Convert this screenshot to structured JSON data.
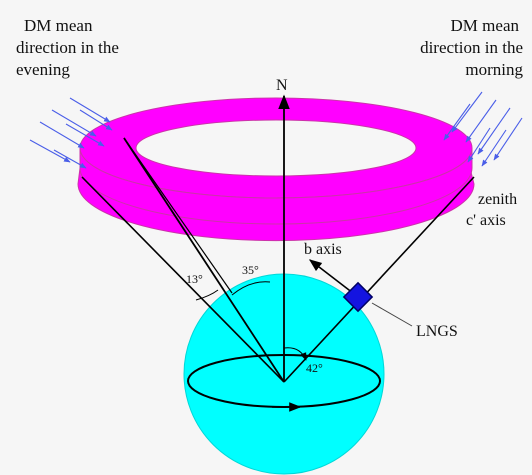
{
  "diagram": {
    "evening_label": [
      "DM mean",
      "direction in the",
      "evening"
    ],
    "morning_label": [
      "DM mean",
      "direction in the",
      "morning"
    ],
    "north_label": "N",
    "zenith_label": "zenith",
    "c_axis_label": "c' axis",
    "b_axis_label": "b axis",
    "lngs_label": "LNGS",
    "angles": {
      "a13": "13°",
      "a35": "35°",
      "a42": "42°"
    },
    "colors": {
      "ring": "#ff00ff",
      "ring_inner": "#ffffff",
      "earth": "#00ffff",
      "detector": "#0000cc",
      "wind_arrows": "#4a5ee8",
      "lines": "#000000"
    }
  }
}
